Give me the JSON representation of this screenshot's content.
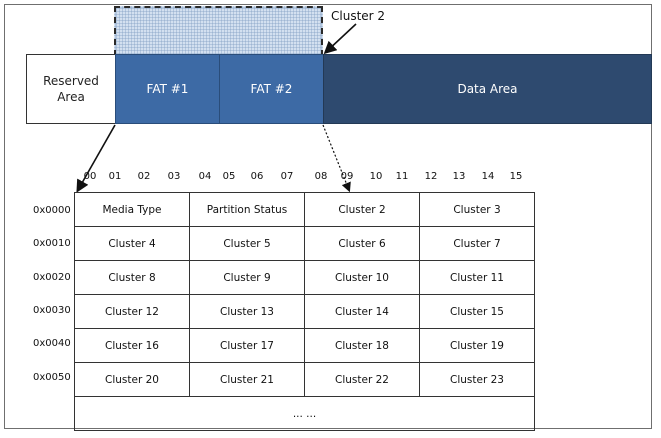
{
  "cluster_label": "Cluster 2",
  "regions": {
    "reserved": "Reserved Area",
    "fat1": "FAT #1",
    "fat2": "FAT #2",
    "data": "Data Area"
  },
  "offsets": [
    "00",
    "01",
    "02",
    "03",
    "04",
    "05",
    "06",
    "07",
    "08",
    "09",
    "10",
    "11",
    "12",
    "13",
    "14",
    "15"
  ],
  "addresses": [
    "0x0000",
    "0x0010",
    "0x0020",
    "0x0030",
    "0x0040",
    "0x0050"
  ],
  "rows": [
    [
      "Media Type",
      "Partition Status",
      "Cluster 2",
      "Cluster 3"
    ],
    [
      "Cluster 4",
      "Cluster 5",
      "Cluster 6",
      "Cluster 7"
    ],
    [
      "Cluster 8",
      "Cluster 9",
      "Cluster 10",
      "Cluster 11"
    ],
    [
      "Cluster 12",
      "Cluster 13",
      "Cluster 14",
      "Cluster 15"
    ],
    [
      "Cluster 16",
      "Cluster 17",
      "Cluster 18",
      "Cluster 19"
    ],
    [
      "Cluster 20",
      "Cluster 21",
      "Cluster 22",
      "Cluster 23"
    ]
  ],
  "ellipsis": "... ..."
}
